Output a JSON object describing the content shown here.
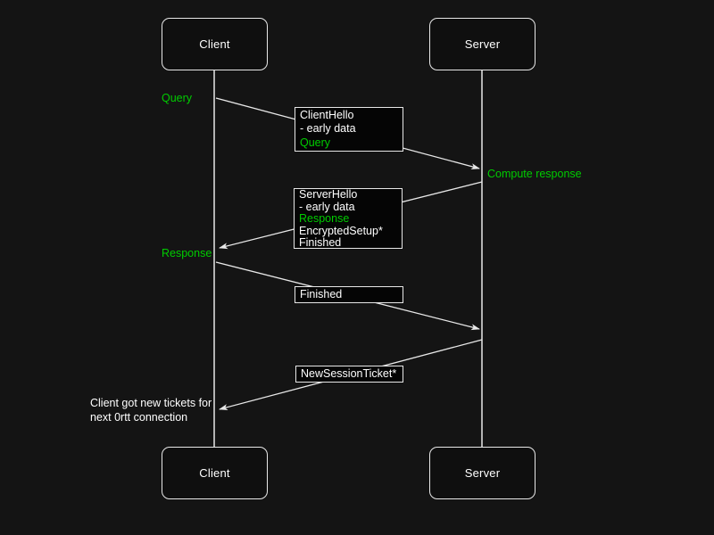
{
  "colors": {
    "background": "#141414",
    "box_fill": "#050505",
    "actor_fill": "#0f0f0f",
    "line": "#e8e8e8",
    "text": "#ffffff",
    "accent_green": "#00cc00"
  },
  "actors": {
    "client": "Client",
    "server": "Server"
  },
  "labels": {
    "query": "Query",
    "compute_response": "Compute response",
    "response": "Response",
    "note_line1": "Client got new tickets for",
    "note_line2": "next 0rtt connection"
  },
  "messages": {
    "client_hello": {
      "lines": [
        "ClientHello",
        "- early data",
        "Query"
      ]
    },
    "server_hello": {
      "lines": [
        "ServerHello",
        "- early data",
        "Response",
        "EncryptedSetup*",
        "Finished"
      ]
    },
    "finished": {
      "lines": [
        "Finished"
      ]
    },
    "new_session_ticket": {
      "lines": [
        "NewSessionTicket*"
      ]
    }
  }
}
